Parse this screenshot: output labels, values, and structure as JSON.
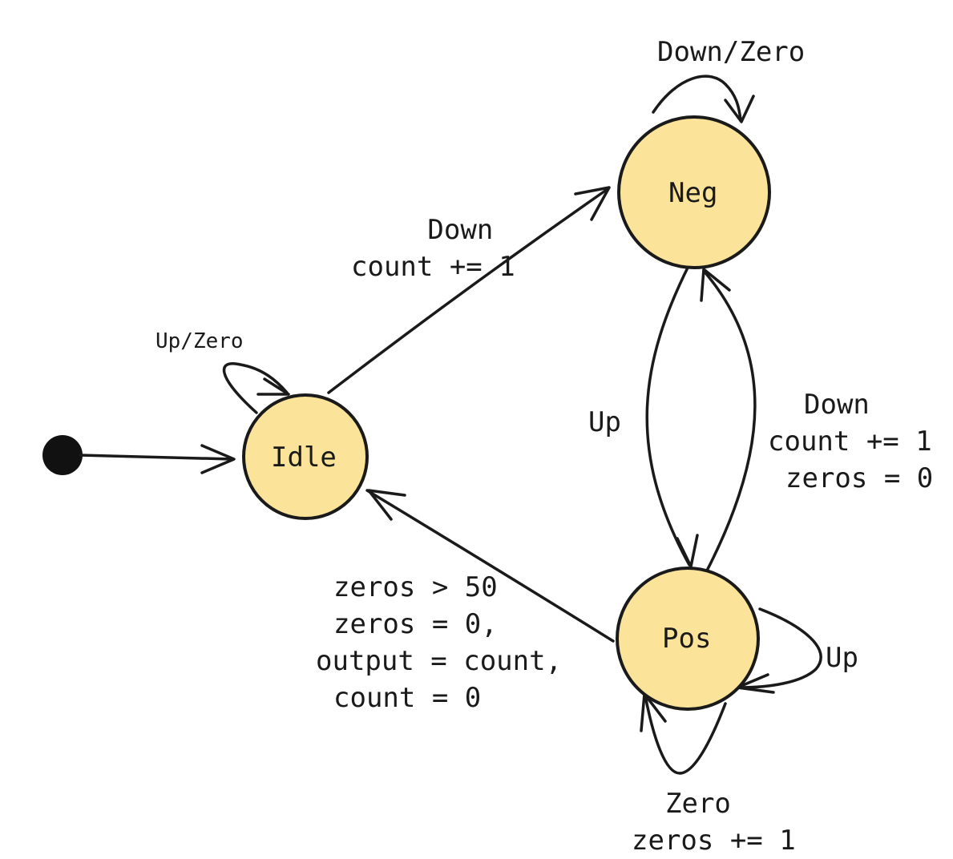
{
  "states": {
    "idle": "Idle",
    "neg": "Neg",
    "pos": "Pos"
  },
  "transitions": {
    "idle_self": "Up/Zero",
    "idle_to_neg": [
      "Down",
      "count += 1"
    ],
    "neg_self": "Down/Zero",
    "neg_to_pos": "Up",
    "pos_to_neg": [
      "Down",
      "count += 1",
      "zeros = 0"
    ],
    "pos_self_up": "Up",
    "pos_self_zero": [
      "Zero",
      "zeros += 1"
    ],
    "pos_to_idle": [
      "zeros > 50",
      "zeros = 0,",
      "output = count,",
      "count = 0"
    ]
  },
  "colors": {
    "state_fill": "#fbe49a",
    "stroke": "#1a1a1a"
  }
}
